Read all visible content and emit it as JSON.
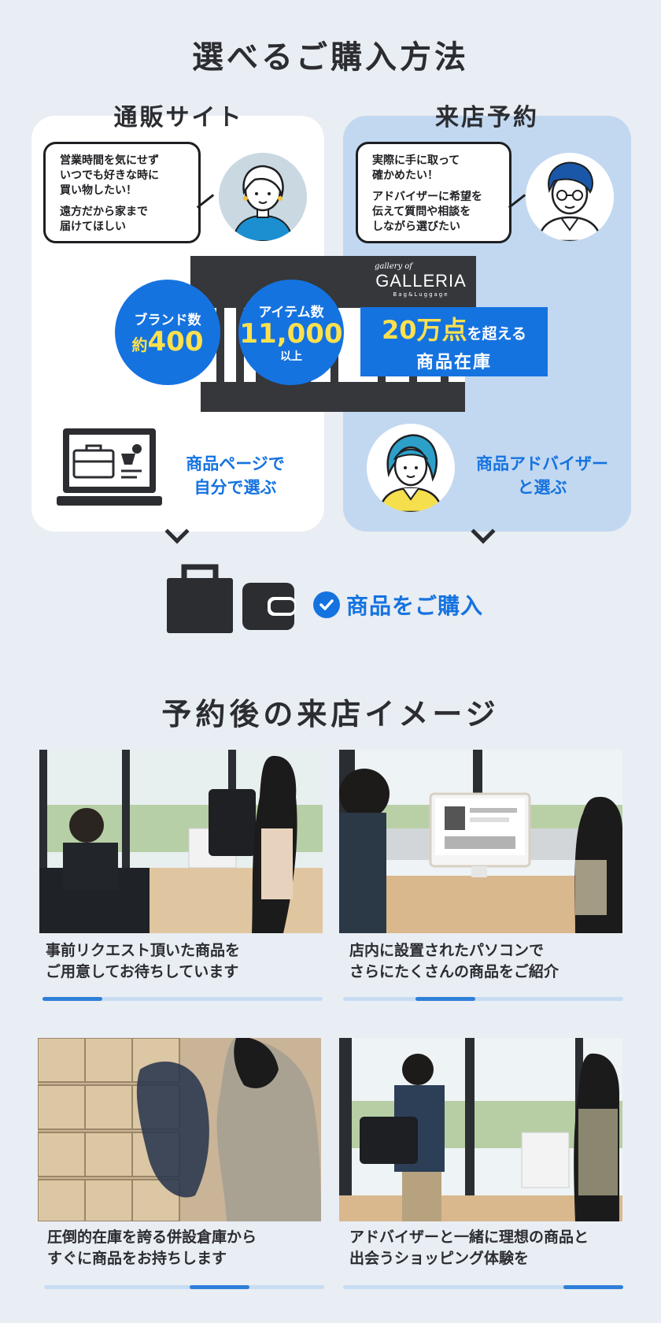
{
  "main_title": "選べるご購入方法",
  "left_column": {
    "title": "通販サイト",
    "bubble_p1": "営業時間を気にせず\nいつでも好きな時に\n買い物したい！",
    "bubble_p2": "遠方だから家まで\n届けてほしい",
    "method": "商品ページで\n自分で選ぶ"
  },
  "right_column": {
    "title": "来店予約",
    "bubble_p1": "実際に手に取って\n確かめたい！",
    "bubble_p2": "アドバイザーに希望を\n伝えて質問や相談を\nしながら選びたい",
    "method": "商品アドバイザー\nと選ぶ"
  },
  "store": {
    "logo_small": "gallery of",
    "logo_big": "GALLERIA",
    "logo_sub": "Bag&Luggage"
  },
  "stats": {
    "brand_label": "ブランド数",
    "brand_prefix": "約",
    "brand_value": "400",
    "item_label": "アイテム数",
    "item_value": "11,000",
    "item_suffix": "以上"
  },
  "stock": {
    "number": "20万点",
    "suffix": "を超える",
    "line2": "商品在庫"
  },
  "purchase_label": "商品をご購入",
  "section_title": "予約後の来店イメージ",
  "gallery": [
    {
      "caption": "事前リクエスト頂いた商品を\nご用意してお待ちしています",
      "progress": 0.0
    },
    {
      "caption": "店内に設置されたパソコンで\nさらにたくさんの商品をご紹介",
      "progress": 0.33
    },
    {
      "caption": "圧倒的在庫を誇る併設倉庫から\nすぐに商品をお持ちします",
      "progress": 0.66
    },
    {
      "caption": "アドバイザーと一緒に理想の商品と\n出会うショッピング体験を",
      "progress": 1.0
    }
  ],
  "colors": {
    "accent": "#1573e0",
    "highlight": "#ffe14d",
    "panel_right": "#c2d8f1",
    "background": "#e9edf4"
  }
}
